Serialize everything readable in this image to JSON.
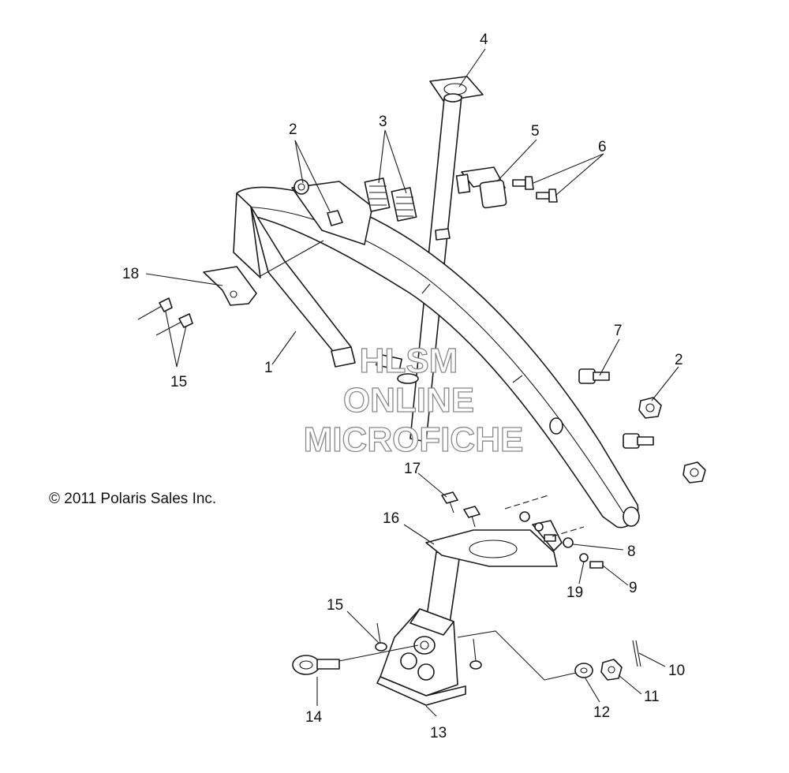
{
  "copyright": "© 2011 Polaris Sales Inc.",
  "watermark": [
    "HLSM",
    "ONLINE",
    "MICROFICHE"
  ],
  "callouts": [
    "1",
    "2",
    "2",
    "3",
    "4",
    "5",
    "6",
    "7",
    "8",
    "9",
    "10",
    "11",
    "12",
    "13",
    "14",
    "15",
    "15",
    "16",
    "17",
    "18",
    "19"
  ]
}
